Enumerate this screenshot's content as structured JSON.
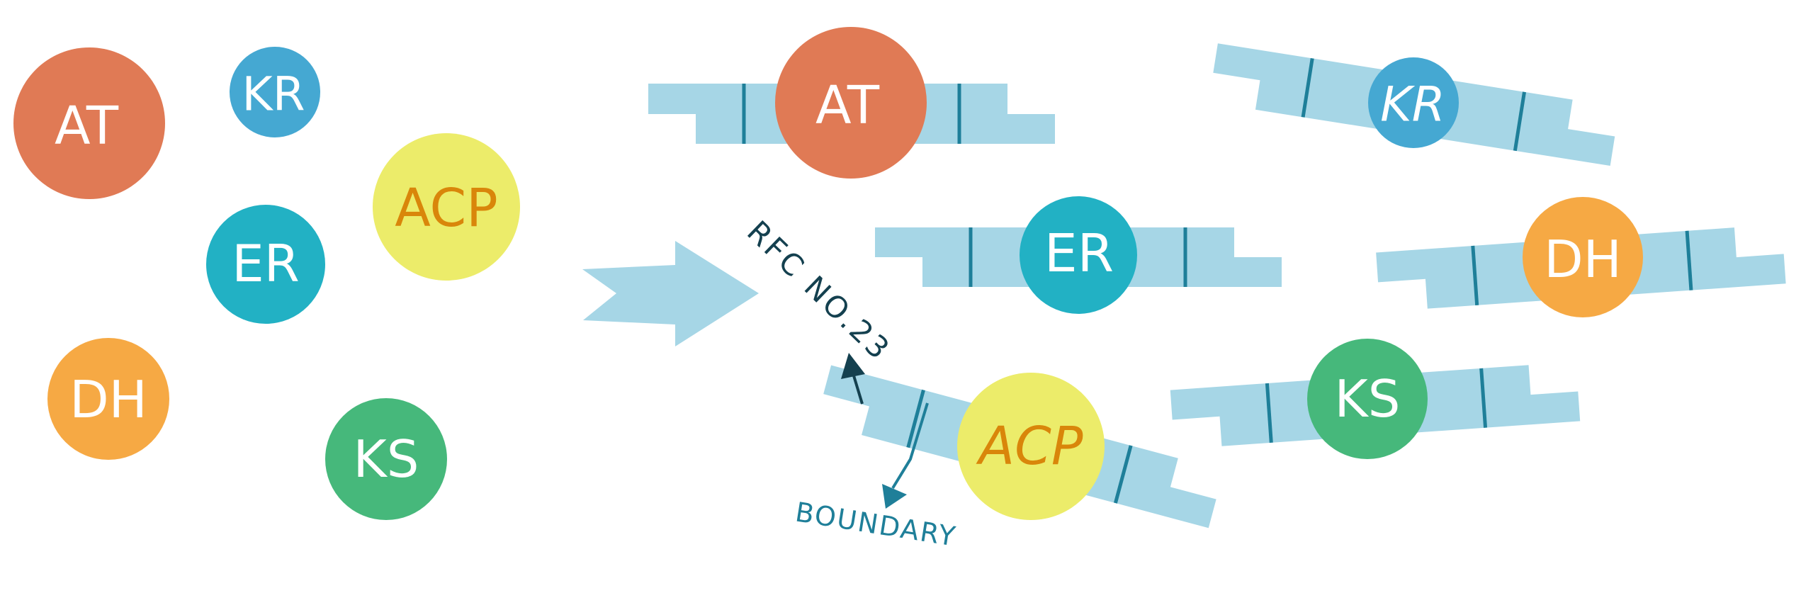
{
  "colors": {
    "AT": "#e07a55",
    "KR": "#45a8d2",
    "ER": "#22b1c4",
    "ACP": "#ecec6a",
    "DH": "#f6a944",
    "KS": "#46b87b",
    "part": "#a6d6e6",
    "tick": "#1e7f99",
    "white_text": "#ffffff",
    "acp_text": "#d9860a",
    "arrow_dark": "#14404f",
    "boundary": "#1f7f99"
  },
  "domains": {
    "AT": "AT",
    "KR": "KR",
    "ER": "ER",
    "ACP": "ACP",
    "DH": "DH",
    "KS": "KS"
  },
  "annotations": {
    "standard": "RFC NO.23",
    "boundary": "BOUNDARY"
  }
}
